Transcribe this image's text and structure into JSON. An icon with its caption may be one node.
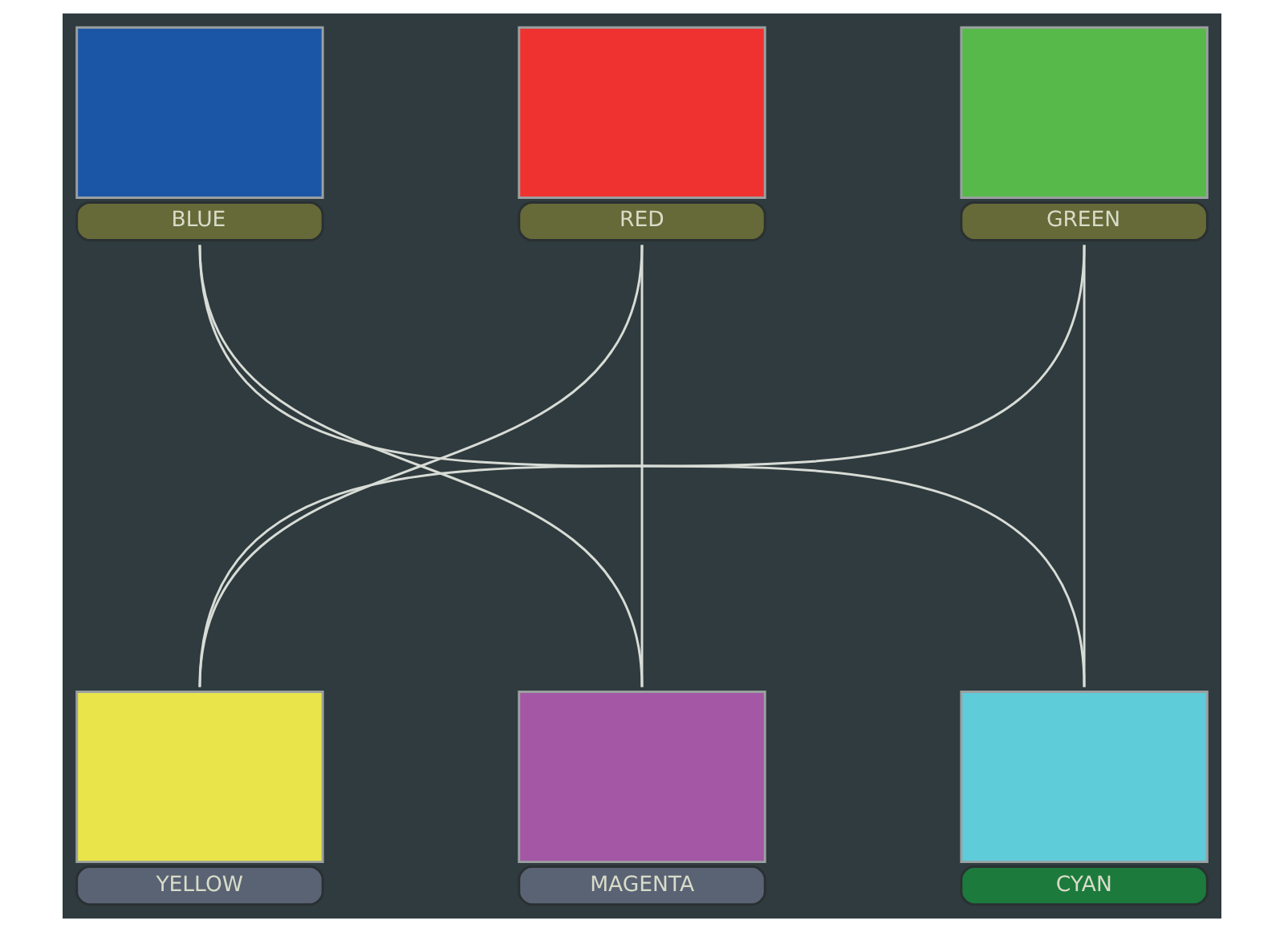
{
  "diagram": {
    "nodes": [
      {
        "text": [
          "BLUE"
        ]
      },
      {
        "text": [
          "RED"
        ]
      },
      {
        "text": [
          "GREEN"
        ]
      },
      {
        "text": [
          "YELLOW"
        ]
      },
      {
        "text": [
          "MAGENTA"
        ]
      },
      {
        "text": [
          "CYAN"
        ]
      }
    ],
    "edges": [
      {
        "from": 1,
        "to": 3,
        "arrow": "none"
      },
      {
        "from": 1,
        "to": 4,
        "arrow": "none"
      },
      {
        "from": 0,
        "to": 4,
        "arrow": "none"
      },
      {
        "from": 0,
        "to": 5,
        "arrow": "none"
      },
      {
        "from": 2,
        "to": 3,
        "arrow": "none"
      },
      {
        "from": 2,
        "to": 5,
        "arrow": "none"
      }
    ]
  }
}
